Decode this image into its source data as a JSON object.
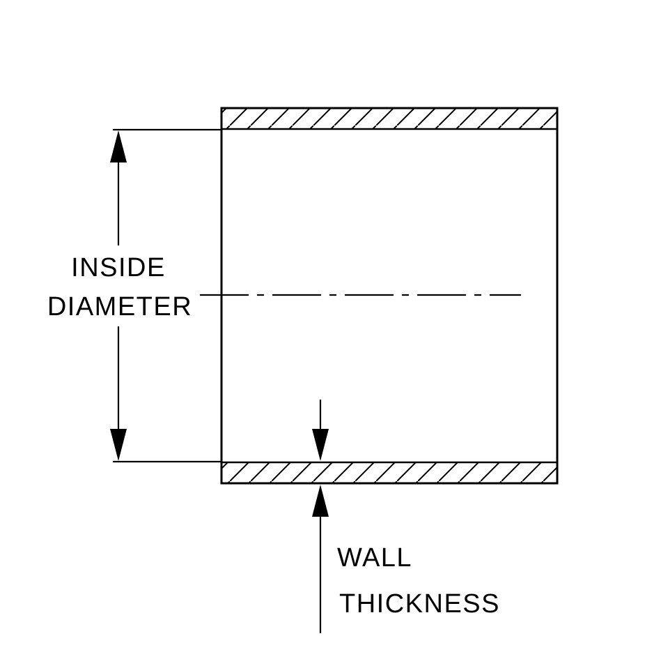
{
  "diagram": {
    "type": "engineering-cross-section",
    "subject": "tube-wall-cross-section",
    "labels": {
      "inside_diameter": {
        "line1": "INSIDE",
        "line2": "DIAMETER"
      },
      "wall_thickness": {
        "line1": "WALL",
        "line2": "THICKNESS"
      }
    },
    "colors": {
      "line": "#000000",
      "background": "#ffffff"
    }
  }
}
